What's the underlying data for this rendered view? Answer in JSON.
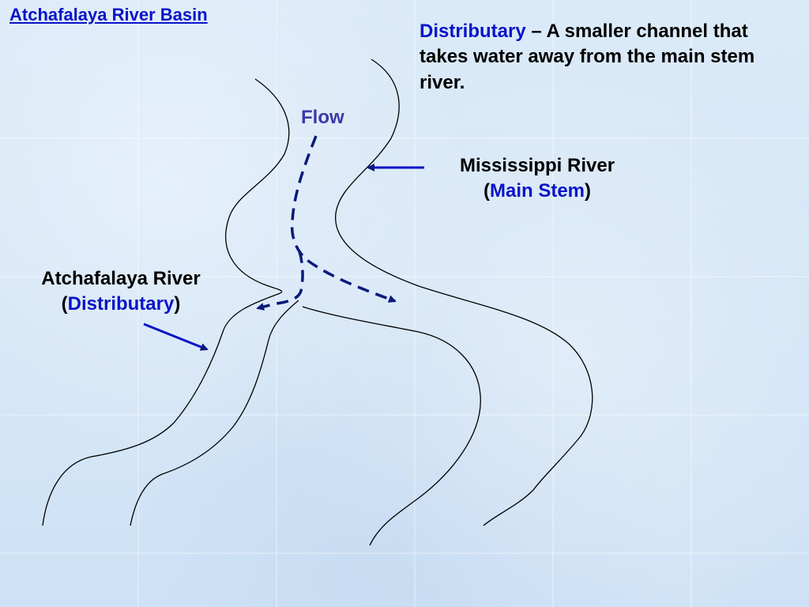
{
  "title": "Atchafalaya River Basin",
  "definition": {
    "term": "Distributary",
    "dash": " – ",
    "text": "A smaller channel that takes water away from the main stem river."
  },
  "flow_label": "Flow",
  "mississippi": {
    "name": "Mississippi River",
    "open": "(",
    "role": "Main Stem",
    "close": ")"
  },
  "atchafalaya": {
    "name": "Atchafalaya River",
    "open": "(",
    "role": "Distributary",
    "close": ")"
  },
  "colors": {
    "text_blue": "#0a14c8",
    "flow_label": "#3a3aa8",
    "arrow_dark": "#0a1a7a",
    "river_line": "#000000",
    "background": "#d6e7f7"
  },
  "icons": {
    "pointer_arrow": "arrow-left-icon",
    "flow_arrows": "dashed-arrow-icon"
  }
}
